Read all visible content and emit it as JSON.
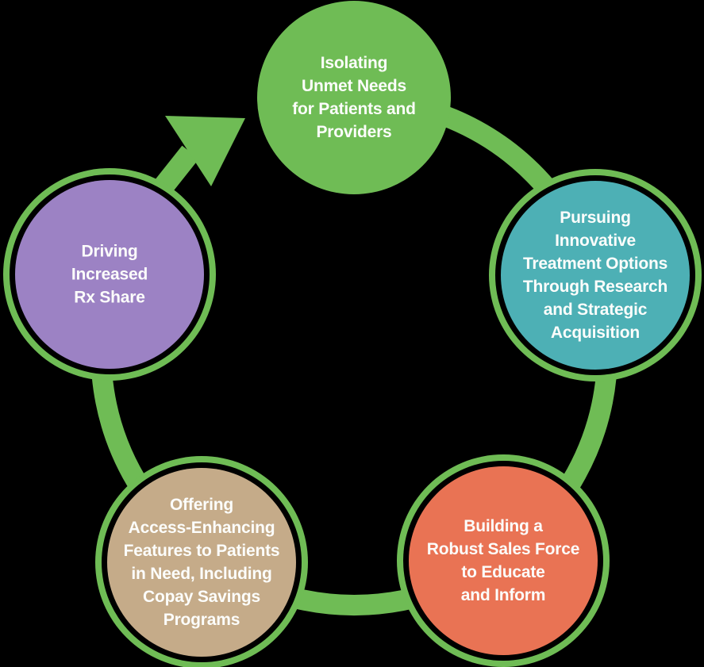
{
  "diagram": {
    "type": "cycle",
    "direction": "clockwise",
    "icons": {
      "flow_arrow": "clockwise-arrow"
    },
    "nodes": [
      {
        "id": "isolating-unmet-needs",
        "position": "top",
        "color": "#6fbc55",
        "label": "Isolating\nUnmet Needs\nfor Patients and\nProviders"
      },
      {
        "id": "pursuing-innovative-treatment",
        "position": "right",
        "color": "#4db0b5",
        "label": "Pursuing\nInnovative\nTreatment Options\nThrough Research\nand Strategic\nAcquisition"
      },
      {
        "id": "building-robust-sales-force",
        "position": "bottom-right",
        "color": "#e97354",
        "label": "Building a\nRobust Sales Force\nto Educate\nand Inform"
      },
      {
        "id": "offering-access-enhancing-features",
        "position": "bottom-left",
        "color": "#c5ab89",
        "label": "Offering\nAccess-Enhancing\nFeatures to Patients\nin Need, Including\nCopay Savings\nPrograms"
      },
      {
        "id": "driving-increased-rx-share",
        "position": "left",
        "color": "#9c82c4",
        "label": "Driving\nIncreased\nRx Share"
      }
    ]
  },
  "colors": {
    "ring": "#6fbc55",
    "gap": "#000000",
    "text": "#fcfdfb",
    "background": "#000000"
  }
}
